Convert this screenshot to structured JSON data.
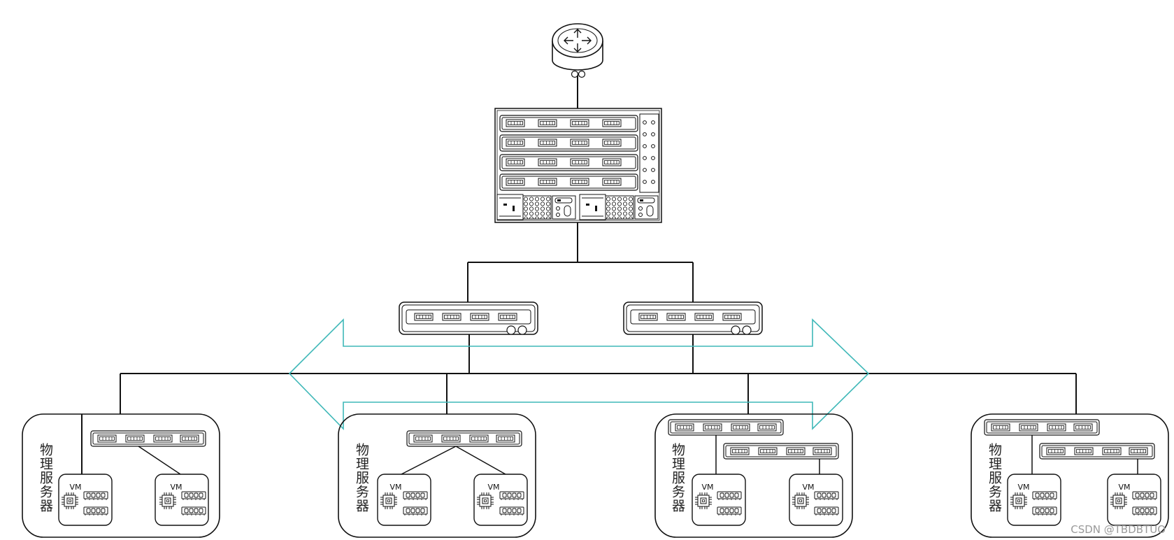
{
  "diagram": {
    "server_label": "物理服务器",
    "vm_label": "VM",
    "watermark": "CSDN @TBDBTUO",
    "colors": {
      "line": "#111111",
      "arrow": "#3fb8b8",
      "background": "#ffffff"
    }
  }
}
